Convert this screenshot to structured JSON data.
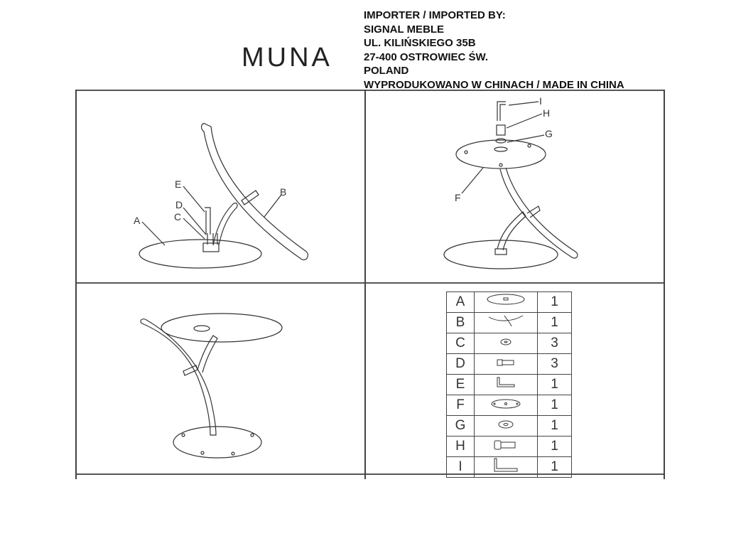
{
  "product_title": "MUNA",
  "importer": {
    "heading": "IMPORTER / IMPORTED BY:",
    "company": "SIGNAL MEBLE",
    "street": "UL. KILIŃSKIEGO 35B",
    "city": "27-400 OSTROWIEC ŚW.",
    "country": "POLAND",
    "origin": "WYPRODUKOWANO W CHINACH / MADE IN CHINA"
  },
  "step1_labels": {
    "a": "A",
    "b": "B",
    "c": "C",
    "d": "D",
    "e": "E"
  },
  "step2_labels": {
    "f": "F",
    "g": "G",
    "h": "H",
    "i": "I"
  },
  "parts": [
    {
      "letter": "A",
      "icon": "glass-top-icon",
      "qty": "1"
    },
    {
      "letter": "B",
      "icon": "curved-leg-icon",
      "qty": "1"
    },
    {
      "letter": "C",
      "icon": "washer-small-icon",
      "qty": "3"
    },
    {
      "letter": "D",
      "icon": "bolt-small-icon",
      "qty": "3"
    },
    {
      "letter": "E",
      "icon": "allen-key-small-icon",
      "qty": "1"
    },
    {
      "letter": "F",
      "icon": "base-plate-icon",
      "qty": "1"
    },
    {
      "letter": "G",
      "icon": "washer-large-icon",
      "qty": "1"
    },
    {
      "letter": "H",
      "icon": "bolt-large-icon",
      "qty": "1"
    },
    {
      "letter": "I",
      "icon": "allen-key-large-icon",
      "qty": "1"
    }
  ]
}
